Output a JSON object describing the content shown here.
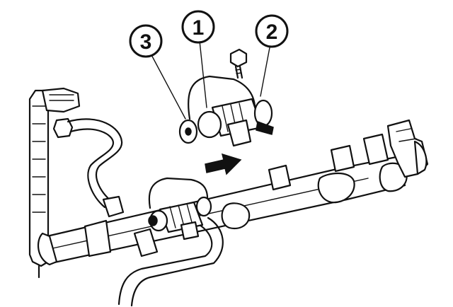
{
  "callouts": [
    {
      "id": "callout-3",
      "label": "3"
    },
    {
      "id": "callout-1",
      "label": "1"
    },
    {
      "id": "callout-2",
      "label": "2"
    }
  ],
  "colors": {
    "ink": "#111111",
    "paper": "#ffffff"
  }
}
